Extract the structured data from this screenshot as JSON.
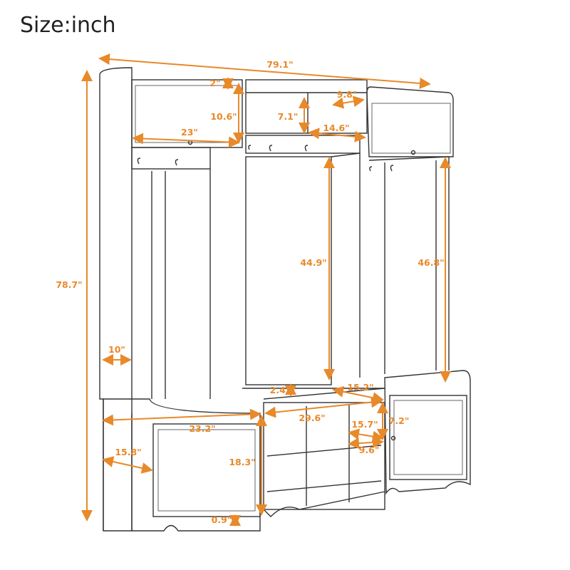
{
  "title": "Size:inch",
  "accent_color": "#e8892a",
  "dimensions": {
    "total_width": "79.1\"",
    "total_height": "78.7\"",
    "top_trim": "2\"",
    "top_cubby_depth": "9.8\"",
    "top_cabinet_height": "10.6\"",
    "top_cubby_height": "7.1\"",
    "top_cubby_width": "14.6\"",
    "top_cabinet_width": "23\"",
    "middle_hanging_height": "44.9\"",
    "right_hanging_height": "46.8\"",
    "side_depth": "10\"",
    "bench_lip": "2.4\"",
    "bench_depth": "15.2\"",
    "bench_width": "29.6\"",
    "left_bench_width": "23.2\"",
    "shoe_cubby_depth": "15.7\"",
    "shoe_cubby_height": "7.2\"",
    "left_bench_depth": "15.8\"",
    "bench_height": "18.3\"",
    "shoe_cubby_width": "9.6\"",
    "base_clearance": "0.9\""
  }
}
